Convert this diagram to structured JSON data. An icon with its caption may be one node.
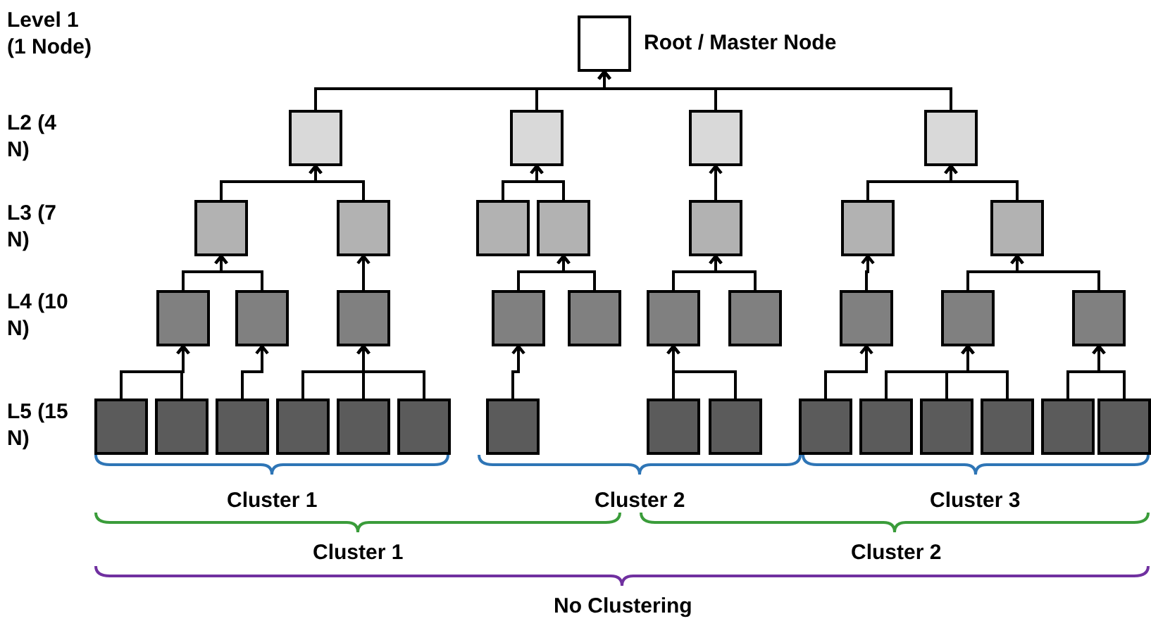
{
  "diagram": {
    "nodes": [
      {
        "text": [],
        "shape": "box",
        "beside": [
          "Root / Master Node"
        ]
      },
      {
        "text": [],
        "shape": "box"
      },
      {
        "text": [],
        "shape": "box"
      },
      {
        "text": [],
        "shape": "box"
      },
      {
        "text": [],
        "shape": "box"
      },
      {
        "text": [],
        "shape": "box"
      },
      {
        "text": [],
        "shape": "box"
      },
      {
        "text": [],
        "shape": "box"
      },
      {
        "text": [],
        "shape": "box"
      },
      {
        "text": [],
        "shape": "box"
      },
      {
        "text": [],
        "shape": "box"
      },
      {
        "text": [],
        "shape": "box"
      },
      {
        "text": [],
        "shape": "box"
      },
      {
        "text": [],
        "shape": "box"
      },
      {
        "text": [],
        "shape": "box"
      },
      {
        "text": [],
        "shape": "box"
      },
      {
        "text": [],
        "shape": "box"
      },
      {
        "text": [],
        "shape": "box"
      },
      {
        "text": [],
        "shape": "box"
      },
      {
        "text": [],
        "shape": "box"
      },
      {
        "text": [],
        "shape": "box"
      },
      {
        "text": [],
        "shape": "box"
      },
      {
        "text": [],
        "shape": "box"
      },
      {
        "text": [],
        "shape": "box"
      },
      {
        "text": [],
        "shape": "box"
      },
      {
        "text": [],
        "shape": "box"
      },
      {
        "text": [],
        "shape": "box"
      },
      {
        "text": [],
        "shape": "box"
      },
      {
        "text": [],
        "shape": "box"
      },
      {
        "text": [],
        "shape": "box"
      },
      {
        "text": [],
        "shape": "box"
      },
      {
        "text": [],
        "shape": "box"
      },
      {
        "text": [],
        "shape": "box"
      },
      {
        "text": [],
        "shape": "box"
      },
      {
        "text": [],
        "shape": "box"
      },
      {
        "text": [],
        "shape": "box"
      },
      {
        "text": [],
        "shape": "box"
      }
    ],
    "edges": [
      {
        "from": 1,
        "to": 0,
        "arrow": "to"
      },
      {
        "from": 2,
        "to": 0,
        "arrow": "to"
      },
      {
        "from": 3,
        "to": 0,
        "arrow": "to"
      },
      {
        "from": 4,
        "to": 0,
        "arrow": "to"
      },
      {
        "from": 5,
        "to": 1,
        "arrow": "to"
      },
      {
        "from": 6,
        "to": 1,
        "arrow": "to"
      },
      {
        "from": 7,
        "to": 2,
        "arrow": "to"
      },
      {
        "from": 8,
        "to": 2,
        "arrow": "to"
      },
      {
        "from": 9,
        "to": 3,
        "arrow": "to"
      },
      {
        "from": 10,
        "to": 4,
        "arrow": "to"
      },
      {
        "from": 11,
        "to": 4,
        "arrow": "to"
      },
      {
        "from": 12,
        "to": 5,
        "arrow": "to"
      },
      {
        "from": 13,
        "to": 5,
        "arrow": "to"
      },
      {
        "from": 14,
        "to": 6,
        "arrow": "to"
      },
      {
        "from": 15,
        "to": 8,
        "arrow": "to"
      },
      {
        "from": 16,
        "to": 8,
        "arrow": "to"
      },
      {
        "from": 17,
        "to": 9,
        "arrow": "to"
      },
      {
        "from": 18,
        "to": 9,
        "arrow": "to"
      },
      {
        "from": 19,
        "to": 10,
        "arrow": "to"
      },
      {
        "from": 20,
        "to": 11,
        "arrow": "to"
      },
      {
        "from": 21,
        "to": 11,
        "arrow": "to"
      },
      {
        "from": 22,
        "to": 12,
        "arrow": "to"
      },
      {
        "from": 23,
        "to": 12,
        "arrow": "to"
      },
      {
        "from": 24,
        "to": 13,
        "arrow": "to"
      },
      {
        "from": 25,
        "to": 14,
        "arrow": "to"
      },
      {
        "from": 26,
        "to": 14,
        "arrow": "to"
      },
      {
        "from": 27,
        "to": 14,
        "arrow": "to"
      },
      {
        "from": 28,
        "to": 15,
        "arrow": "to"
      },
      {
        "from": 29,
        "to": 17,
        "arrow": "to"
      },
      {
        "from": 30,
        "to": 17,
        "arrow": "to"
      },
      {
        "from": 31,
        "to": 19,
        "arrow": "to"
      },
      {
        "from": 32,
        "to": 20,
        "arrow": "to"
      },
      {
        "from": 33,
        "to": 20,
        "arrow": "to"
      },
      {
        "from": 34,
        "to": 20,
        "arrow": "to"
      },
      {
        "from": 35,
        "to": 21,
        "arrow": "to"
      },
      {
        "from": 36,
        "to": 21,
        "arrow": "to"
      }
    ],
    "labels": [
      "Level 1 (1 Node)",
      "L2 (4 N)",
      "L3 (7 N)",
      "L4 (10 N)",
      "L5 (15 N)",
      "Cluster 1",
      "Cluster 2",
      "Cluster 3",
      "Cluster 1",
      "Cluster 2",
      "No Clustering"
    ]
  }
}
